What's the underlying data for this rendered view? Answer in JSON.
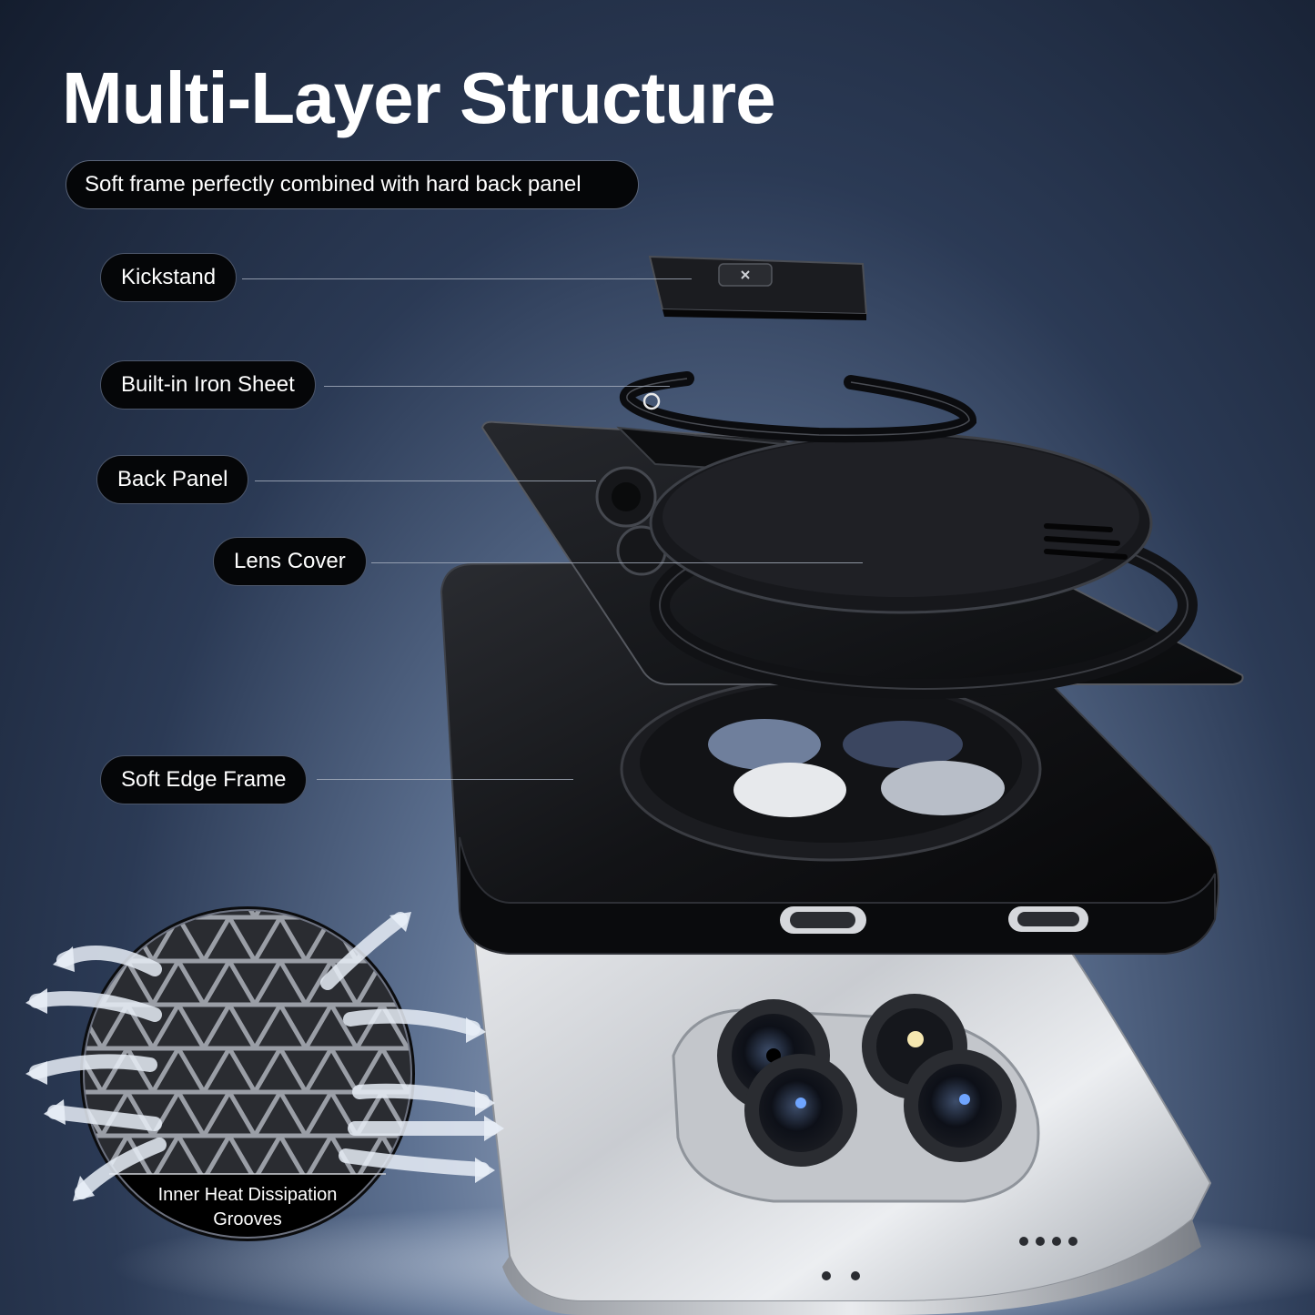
{
  "title": "Multi-Layer Structure",
  "subtitle": "Soft frame perfectly combined with hard back panel",
  "labels": {
    "kickstand": "Kickstand",
    "iron_sheet": "Built-in Iron Sheet",
    "back_panel": "Back Panel",
    "lens_cover": "Lens Cover",
    "soft_edge_frame": "Soft Edge Frame"
  },
  "detail_caption": {
    "line1": "Inner Heat Dissipation",
    "line2": "Grooves"
  },
  "colors": {
    "background_dark": "#141d2e",
    "case_black": "#0b0c0f",
    "phone_silver": "#d9dbde",
    "label_pill": "#050608",
    "text": "#ffffff"
  }
}
